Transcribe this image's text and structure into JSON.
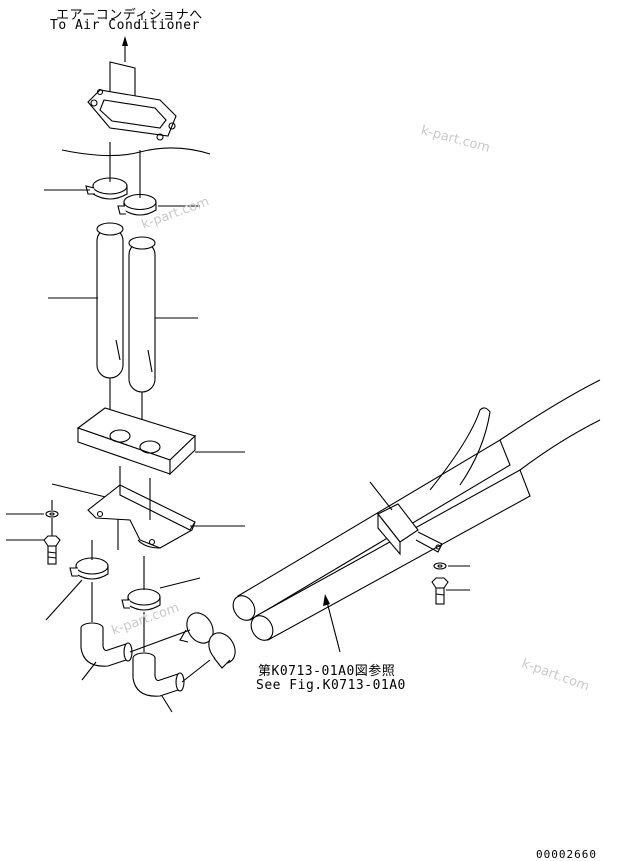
{
  "labels": {
    "to_ac_jp": "エアーコンディショナへ",
    "to_ac_en": "To Air Conditioner",
    "see_fig_jp": "第K0713-01A0図参照",
    "see_fig_en": "See Fig.K0713-01A0",
    "page_code": "00002660"
  },
  "watermarks": [
    "k-part.com",
    "k-part.com",
    "k-part.com",
    "k-part.com"
  ]
}
